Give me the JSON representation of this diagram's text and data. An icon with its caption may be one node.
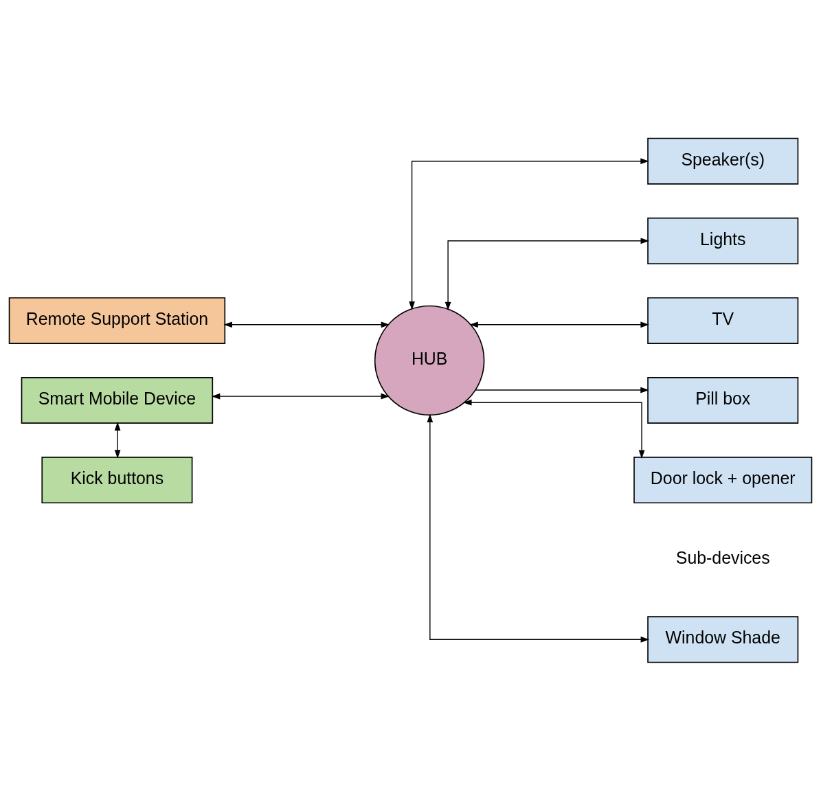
{
  "diagram": {
    "nodes": [
      {
        "text": [
          "Remote Support Station"
        ]
      },
      {
        "text": [
          "Smart Mobile Device"
        ]
      },
      {
        "text": [
          "Kick buttons"
        ]
      },
      {
        "text": [
          "HUB"
        ]
      },
      {
        "text": [
          "Window Shade"
        ]
      },
      {
        "text": [
          "Speaker(s)"
        ]
      },
      {
        "text": [
          "Lights"
        ]
      },
      {
        "text": [
          "TV"
        ]
      },
      {
        "text": [
          "Pill box"
        ]
      },
      {
        "text": [
          "Door lock + opener"
        ]
      }
    ],
    "edges": [
      {
        "from": 0,
        "to": 3,
        "arrow": "both"
      },
      {
        "from": 1,
        "to": 3,
        "arrow": "both"
      },
      {
        "from": 1,
        "to": 2,
        "arrow": "both"
      },
      {
        "from": 3,
        "to": 4,
        "arrow": "both"
      },
      {
        "from": 3,
        "to": 5,
        "arrow": "both"
      },
      {
        "from": 3,
        "to": 6,
        "arrow": "both"
      },
      {
        "from": 3,
        "to": 7,
        "arrow": "both"
      },
      {
        "from": 3,
        "to": 8,
        "arrow": "to"
      },
      {
        "from": 3,
        "to": 9,
        "arrow": "both"
      }
    ],
    "labels": [
      "Sub-devices"
    ]
  }
}
